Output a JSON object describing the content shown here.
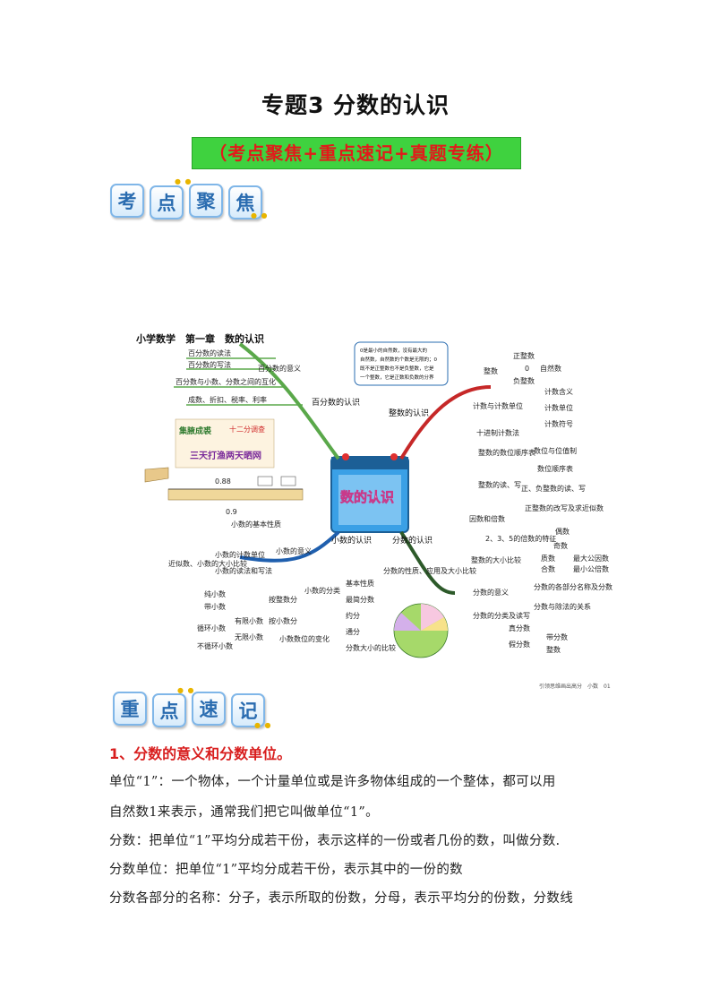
{
  "doc": {
    "title": "专题3 分数的认识",
    "banner": "（考点聚焦+重点速记+真题专练）"
  },
  "section_a": {
    "chars": [
      "考",
      "点",
      "聚",
      "焦"
    ]
  },
  "section_b": {
    "chars": [
      "重",
      "点",
      "速",
      "记"
    ]
  },
  "mindmap": {
    "heading": "小学数学　第一章　数的认识",
    "center": "数的认识",
    "callout": [
      "0是最小的自然数，没有最大的",
      "自然数，自然数的个数是无限的；0",
      "既不是正整数也不是负整数，它是",
      "一个整数，它是正数和负数的分界"
    ],
    "stamp_text": [
      "三天打渔两天晒网"
    ],
    "stamp_top": "十二分调查",
    "stamp_red": "集腋成裘",
    "ruler_labels": [
      "0.88",
      "0.9"
    ],
    "percent": {
      "node": "百分数的认识",
      "children": [
        "百分数的读法",
        "百分数的写法",
        "百分数的意义",
        "百分数与小数、分数之间的互化",
        "成数、折扣、税率、利率"
      ]
    },
    "integer": {
      "node": "整数的认识",
      "children": [
        "整数",
        "正整数",
        "0",
        "自然数",
        "负整数",
        "计数与计数单位",
        "计数含义",
        "计数单位",
        "计数符号",
        "十进制计数法",
        "整数的数位顺序表",
        "数位与位值制",
        "数位顺序表",
        "整数的读、写",
        "正、负整数的读、写",
        "正整数的改写及求近似数",
        "因数和倍数",
        "2、3、5的倍数的特征",
        "偶数",
        "奇数",
        "质数",
        "合数",
        "最大公因数",
        "最小公倍数",
        "整数的大小比较"
      ]
    },
    "decimal": {
      "node": "小数的认识",
      "children": [
        "小数的基本性质",
        "小数的意义",
        "小数的计数单位",
        "小数的读法和写法",
        "近似数、小数的大小比较",
        "小数的分类",
        "按整数分",
        "纯小数",
        "带小数",
        "按小数分",
        "有限小数",
        "无限小数",
        "循环小数",
        "不循环小数",
        "小数数位的变化"
      ]
    },
    "fraction": {
      "node": "分数的认识",
      "children": [
        "分数的性质、应用及大小比较",
        "基本性质",
        "最简分数",
        "约分",
        "通分",
        "分数大小的比较",
        "分数的意义",
        "分数的各部分名称及分数单位",
        "分数与除法的关系",
        "分数的分类及读写",
        "真分数",
        "假分数",
        "带分数",
        "整数"
      ]
    },
    "footer": "引领思维画出高分　小数　01"
  },
  "notes": {
    "heading": "1、分数的意义和分数单位。",
    "lines": [
      "单位“1”：一个物体，一个计量单位或是许多物体组成的一个整体，都可以用",
      "自然数1来表示，通常我们把它叫做单位“1”。",
      "分数：把单位“1”平均分成若干份，表示这样的一份或者几份的数，叫做分数.",
      "分数单位：把单位“1”平均分成若干份，表示其中的一份的数",
      "分数各部分的名称：分子，表示所取的份数，分母，表示平均分的份数，分数线"
    ]
  },
  "colors": {
    "banner_bg": "#3fd23f",
    "banner_text": "#e21a1a",
    "heading_red": "#d81e1e",
    "tile_blue": "#2a6cb0"
  }
}
